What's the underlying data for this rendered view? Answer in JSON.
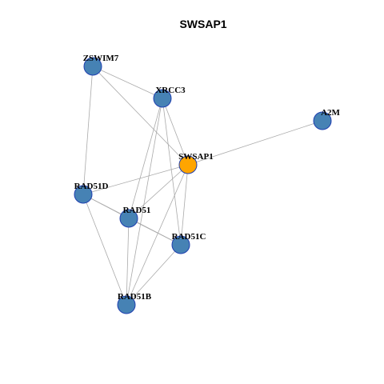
{
  "title": "SWSAP1",
  "colors": {
    "node_default": "#4682b4",
    "node_highlight": "#ffa500",
    "node_border": "#1f3fb0",
    "edge": "#aaaaaa"
  },
  "nodes": [
    {
      "id": "ZSWIM7",
      "label": "ZSWIM7",
      "highlight": false
    },
    {
      "id": "XRCC3",
      "label": "XRCC3",
      "highlight": false
    },
    {
      "id": "A2M",
      "label": "A2M",
      "highlight": false
    },
    {
      "id": "SWSAP1",
      "label": "SWSAP1",
      "highlight": true
    },
    {
      "id": "RAD51D",
      "label": "RAD51D",
      "highlight": false
    },
    {
      "id": "RAD51",
      "label": "RAD51",
      "highlight": false
    },
    {
      "id": "RAD51C",
      "label": "RAD51C",
      "highlight": false
    },
    {
      "id": "RAD51B",
      "label": "RAD51B",
      "highlight": false
    }
  ],
  "edges": [
    [
      "ZSWIM7",
      "XRCC3"
    ],
    [
      "ZSWIM7",
      "SWSAP1"
    ],
    [
      "ZSWIM7",
      "RAD51D"
    ],
    [
      "XRCC3",
      "SWSAP1"
    ],
    [
      "XRCC3",
      "RAD51"
    ],
    [
      "XRCC3",
      "RAD51C"
    ],
    [
      "XRCC3",
      "RAD51B"
    ],
    [
      "A2M",
      "SWSAP1"
    ],
    [
      "SWSAP1",
      "RAD51D"
    ],
    [
      "SWSAP1",
      "RAD51"
    ],
    [
      "SWSAP1",
      "RAD51C"
    ],
    [
      "SWSAP1",
      "RAD51B"
    ],
    [
      "RAD51D",
      "RAD51"
    ],
    [
      "RAD51D",
      "RAD51C"
    ],
    [
      "RAD51D",
      "RAD51B"
    ],
    [
      "RAD51",
      "RAD51C"
    ],
    [
      "RAD51",
      "RAD51B"
    ],
    [
      "RAD51C",
      "RAD51B"
    ]
  ]
}
